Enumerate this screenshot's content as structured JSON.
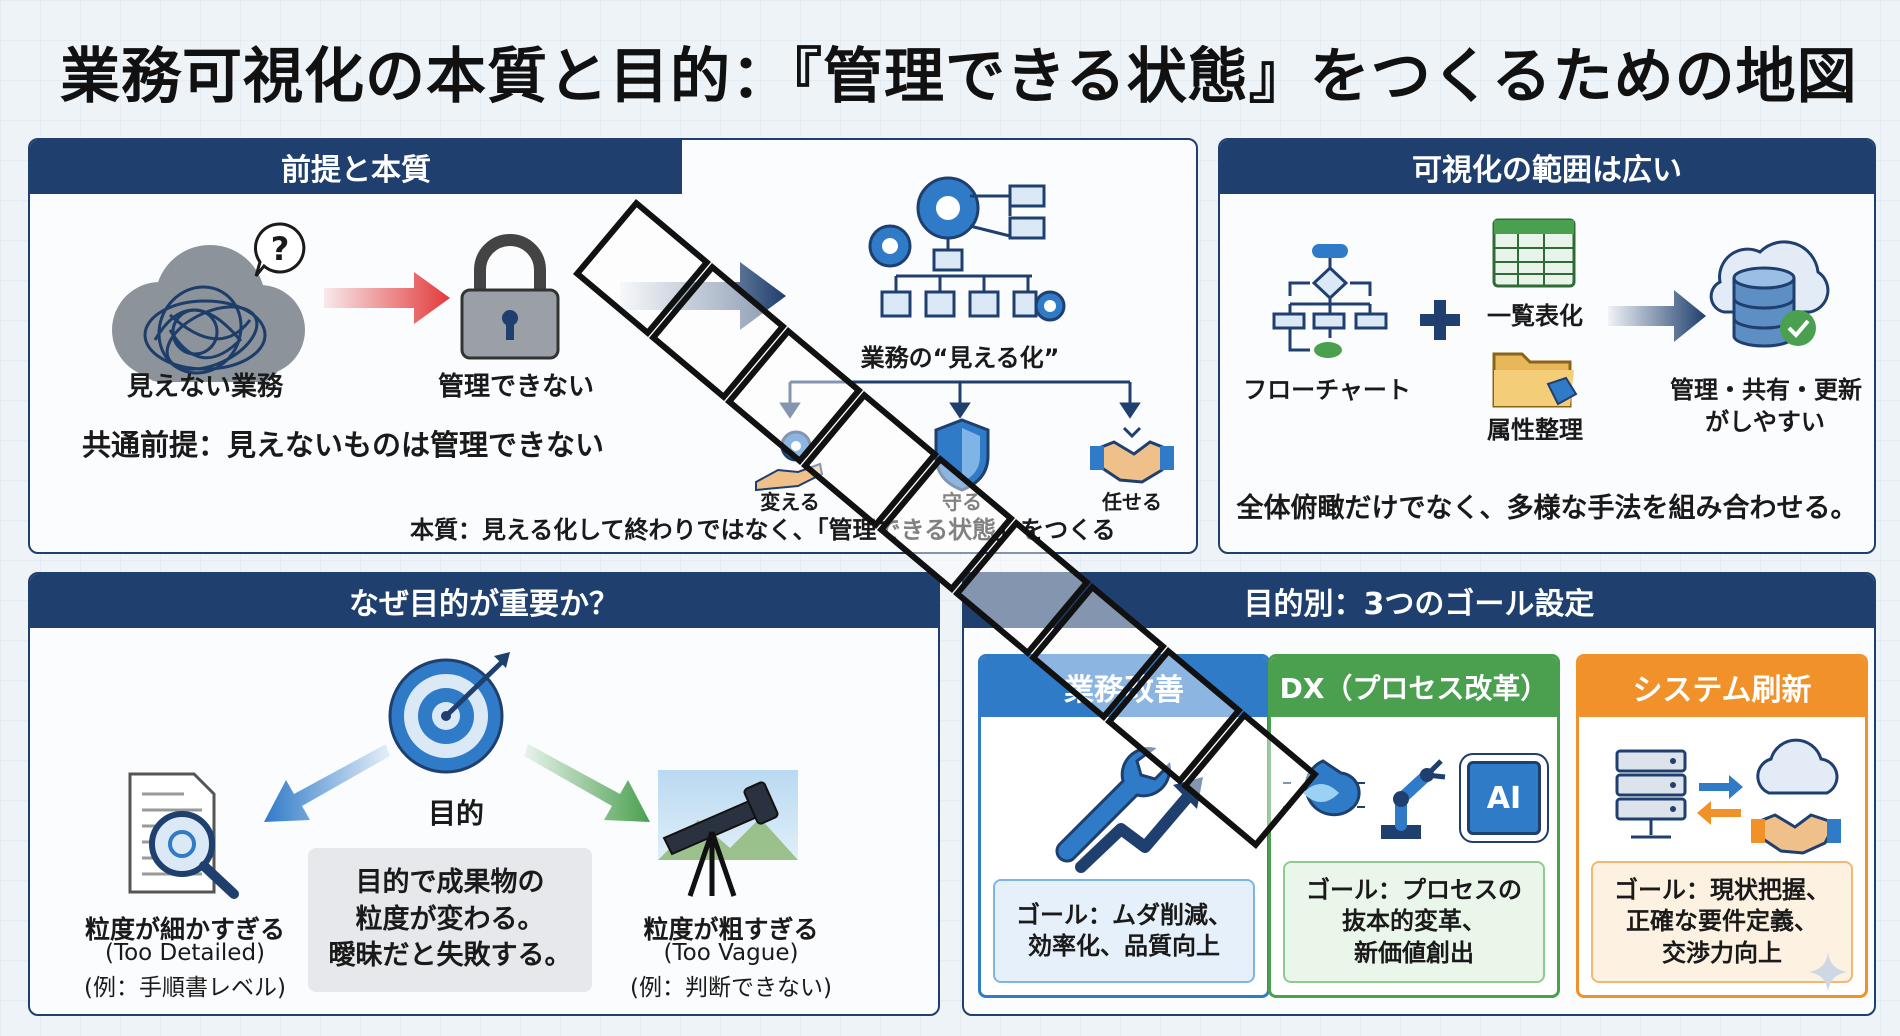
{
  "title": "業務可視化の本質と目的：『管理できる状態』をつくるための地図",
  "panel1": {
    "header": "前提と本質",
    "unseen_work": "見えない業務",
    "cannot_manage": "管理できない",
    "premise": "共通前提：見えないものは管理できない",
    "visualization": "業務の“見える化”",
    "branches": [
      "変える",
      "守る",
      "任せる"
    ],
    "essence": "本質：見える化して終わりではなく、「管理できる状態」をつくる"
  },
  "panel2": {
    "header": "可視化の範囲は広い",
    "flowchart": "フローチャート",
    "list": "一覧表化",
    "attributes": "属性整理",
    "result_line1": "管理・共有・更新",
    "result_line2": "がしやすい",
    "summary": "全体俯瞰だけでなく、多様な手法を組み合わせる。"
  },
  "panel3": {
    "header": "なぜ目的が重要か？",
    "purpose": "目的",
    "left_title": "粒度が細かすぎる",
    "left_en": "(Too Detailed)",
    "left_example": "(例：手順書レベル)",
    "right_title": "粒度が粗すぎる",
    "right_en": "(Too Vague)",
    "right_example": "(例：判断できない)",
    "center_lines": [
      "目的で成果物の",
      "粒度が変わる。",
      "曖昧だと失敗する。"
    ]
  },
  "panel4": {
    "header": "目的別：3つのゴール設定",
    "cards": [
      {
        "title": "業務改善",
        "lines": [
          "ゴール：ムダ削減、",
          "効率化、品質向上"
        ]
      },
      {
        "title": "DX（プロセス改革）",
        "lines": [
          "ゴール：プロセスの",
          "抜本的変革、",
          "新価値創出"
        ],
        "chip": "AI"
      },
      {
        "title": "システム刷新",
        "lines": [
          "ゴール：現状把握、",
          "正確な要件定義、",
          "交渉力向上"
        ]
      }
    ]
  },
  "colors": {
    "navy": "#1f3f6e",
    "blue": "#2f7bc8",
    "green": "#4aa04f",
    "orange": "#f0912a",
    "red": "#e23a3a"
  },
  "icons": [
    "tangled-cloud-icon",
    "question-bubble-icon",
    "padlock-icon",
    "gear-org-chart-icon",
    "hand-gear-icon",
    "shield-icon",
    "handshake-icon",
    "flowchart-icon",
    "spreadsheet-icon",
    "folder-tag-icon",
    "database-check-icon",
    "target-icon",
    "magnifier-document-icon",
    "telescope-icon",
    "wrench-growth-icon",
    "brain-icon",
    "robot-arm-icon",
    "ai-chip-icon",
    "server-icon",
    "cloud-icon",
    "sparkle-icon"
  ]
}
